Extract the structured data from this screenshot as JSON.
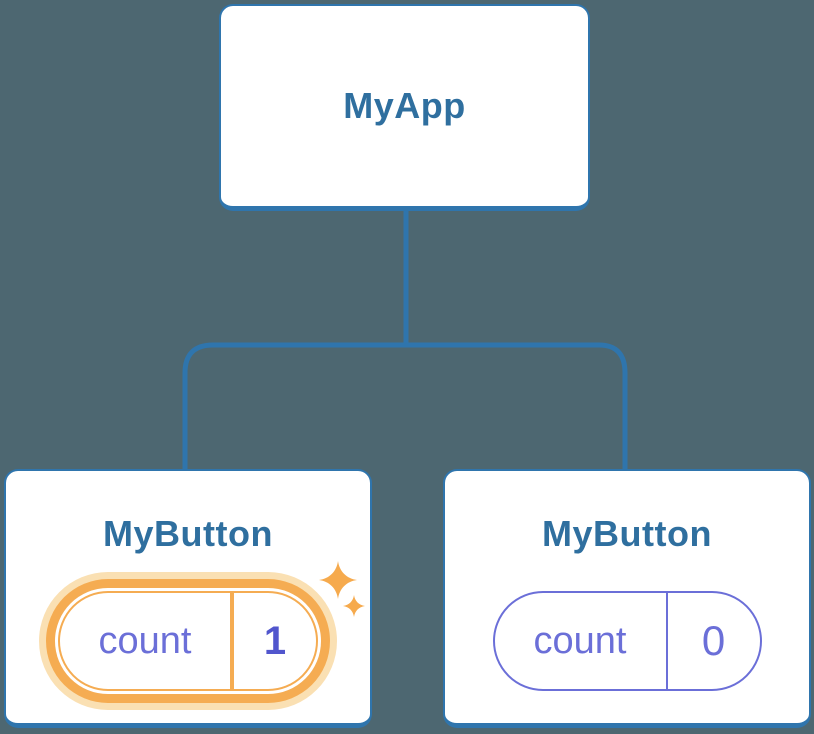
{
  "diagram": {
    "root": {
      "title": "MyApp"
    },
    "children": [
      {
        "title": "MyButton",
        "state_label": "count",
        "state_value": "1",
        "highlighted": true
      },
      {
        "title": "MyButton",
        "state_label": "count",
        "state_value": "0",
        "highlighted": false
      }
    ]
  },
  "colors": {
    "page-bg": "#4D6771",
    "card-bg": "#FFFFFF",
    "accent-blue": "#2F75AD",
    "title-blue": "#2F6F9F",
    "purple": "#6B6FD8",
    "value-indigo": "#5156CD",
    "orange": "#F5AC52",
    "orange-glow": "#FAE0B3",
    "sparkle-orange": "#F6AA4D"
  }
}
